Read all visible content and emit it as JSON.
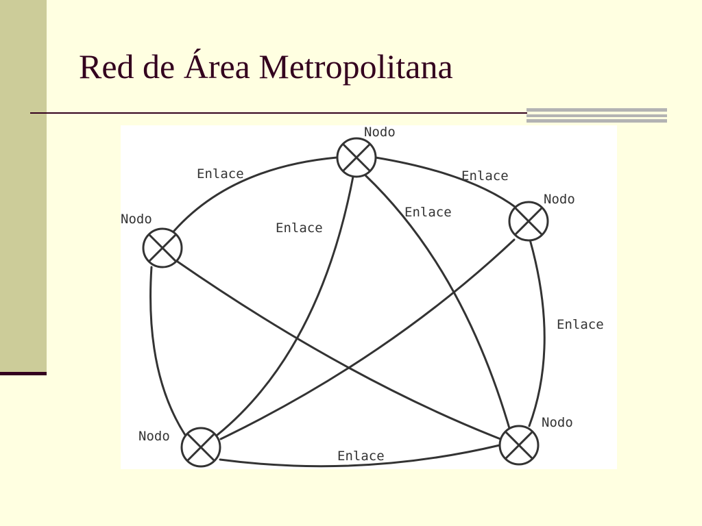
{
  "slide": {
    "title": "Red de Área Metropolitana"
  },
  "colors": {
    "background": "#ffffe1",
    "sidebar": "#cccc99",
    "title_text": "#33001e",
    "accent_gray": "#b3b3b3",
    "diagram_background": "#ffffff",
    "diagram_stroke": "#333333"
  },
  "diagram": {
    "node_icon": "crossed-circle-icon",
    "nodes": [
      {
        "id": "node-top",
        "label": "Nodo"
      },
      {
        "id": "node-upper-left",
        "label": "Nodo"
      },
      {
        "id": "node-upper-right",
        "label": "Nodo"
      },
      {
        "id": "node-lower-left",
        "label": "Nodo"
      },
      {
        "id": "node-lower-right",
        "label": "Nodo"
      }
    ],
    "links": [
      {
        "id": "link-top-upper-left",
        "from": "node-top",
        "to": "node-upper-left",
        "label": "Enlace"
      },
      {
        "id": "link-top-upper-right",
        "from": "node-top",
        "to": "node-upper-right",
        "label": "Enlace"
      },
      {
        "id": "link-top-lower-left",
        "from": "node-top",
        "to": "node-lower-left",
        "label": "Enlace"
      },
      {
        "id": "link-top-lower-right",
        "from": "node-top",
        "to": "node-lower-right",
        "label": "Enlace"
      },
      {
        "id": "link-upper-right-lower-right",
        "from": "node-upper-right",
        "to": "node-lower-right",
        "label": "Enlace"
      },
      {
        "id": "link-lower-left-lower-right",
        "from": "node-lower-left",
        "to": "node-lower-right",
        "label": "Enlace"
      },
      {
        "id": "link-upper-left-lower-left",
        "from": "node-upper-left",
        "to": "node-lower-left",
        "label": ""
      },
      {
        "id": "link-upper-left-lower-right",
        "from": "node-upper-left",
        "to": "node-lower-right",
        "label": ""
      },
      {
        "id": "link-upper-right-lower-left",
        "from": "node-upper-right",
        "to": "node-lower-left",
        "label": ""
      }
    ]
  }
}
